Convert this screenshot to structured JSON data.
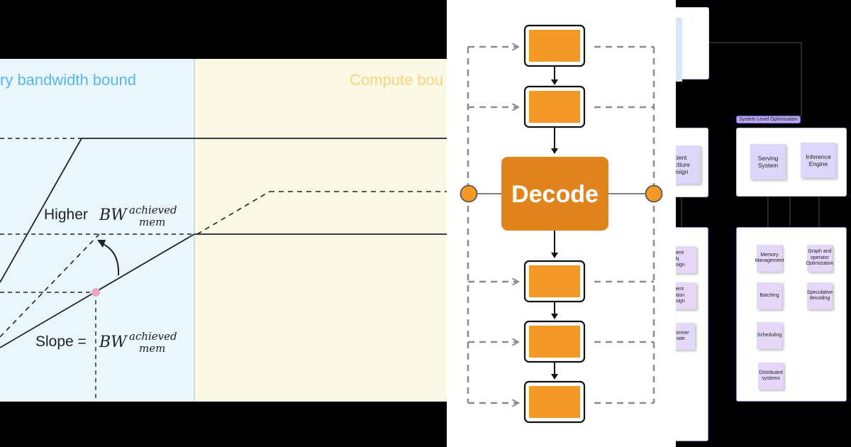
{
  "roofline": {
    "region_left_label": "ry bandwidth bound",
    "region_right_label": "Compute bou",
    "higher_label": "Higher",
    "slope_label": "Slope =",
    "bw_symbol": "BW",
    "sup_text": "achieved",
    "sub_text": "mem",
    "colors": {
      "mem_bg": "#eaf6fd",
      "compute_bg": "#fcf8e6",
      "mem_text": "#58b8e6",
      "compute_text": "#f6d67c",
      "point": "#e8a6c0"
    }
  },
  "decode": {
    "center_label": "Decode",
    "colors": {
      "block": "#f39a26",
      "center": "#e0841e",
      "dashed": "#8c8c8c"
    }
  },
  "mindmap": {
    "tag_label": "System Level Optimization",
    "serving_label": "Serving System",
    "engine_label": "Inference Engine",
    "left_big_label": "fficient\nructture\nDesign",
    "left_notes": [
      {
        "label": "fficient\nFFN\nDesign"
      },
      {
        "label": "fficient\ntention\nDesign"
      },
      {
        "label": "nsformer\nternate"
      }
    ],
    "serving_notes": [
      {
        "label": "Memory\nManagement"
      },
      {
        "label": "Batching"
      },
      {
        "label": "Scheduling"
      },
      {
        "label": "Distributed\nsystems"
      }
    ],
    "engine_notes": [
      {
        "label": "Graph and\noperator\nOptimization"
      },
      {
        "label": "Speculative\ndecoding"
      }
    ]
  }
}
